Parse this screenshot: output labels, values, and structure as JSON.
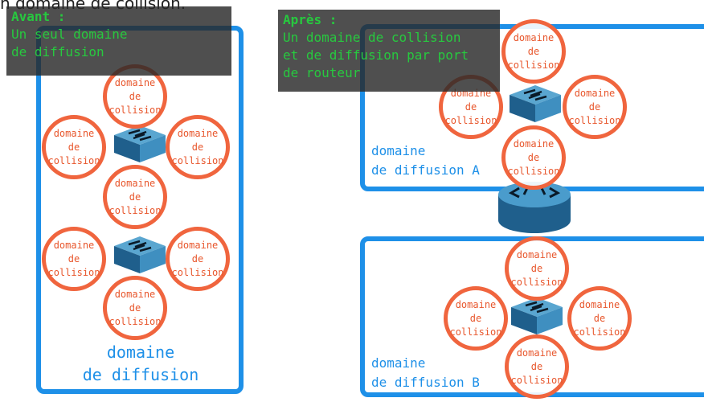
{
  "heading": "n domaine de collision.",
  "avant": {
    "title": "Avant :",
    "line1": "Un seul domaine",
    "line2": "de diffusion",
    "broadcast_line1": "domaine",
    "broadcast_line2": "de diffusion"
  },
  "apres": {
    "title": "Après :",
    "line1": "Un domaine de collision",
    "line2": "et de diffusion par port",
    "line3": "de routeur",
    "broadcast_a_line1": "domaine",
    "broadcast_a_line2": "de diffusion A",
    "broadcast_b_line1": "domaine",
    "broadcast_b_line2": "de diffusion B"
  },
  "collision_label": "domaine\nde\ncollision",
  "colors": {
    "broadcast_blue": "#1e90e8",
    "collision_orange": "#f0653e",
    "note_green": "#27c93f",
    "device_blue": "#2f6f9a"
  }
}
